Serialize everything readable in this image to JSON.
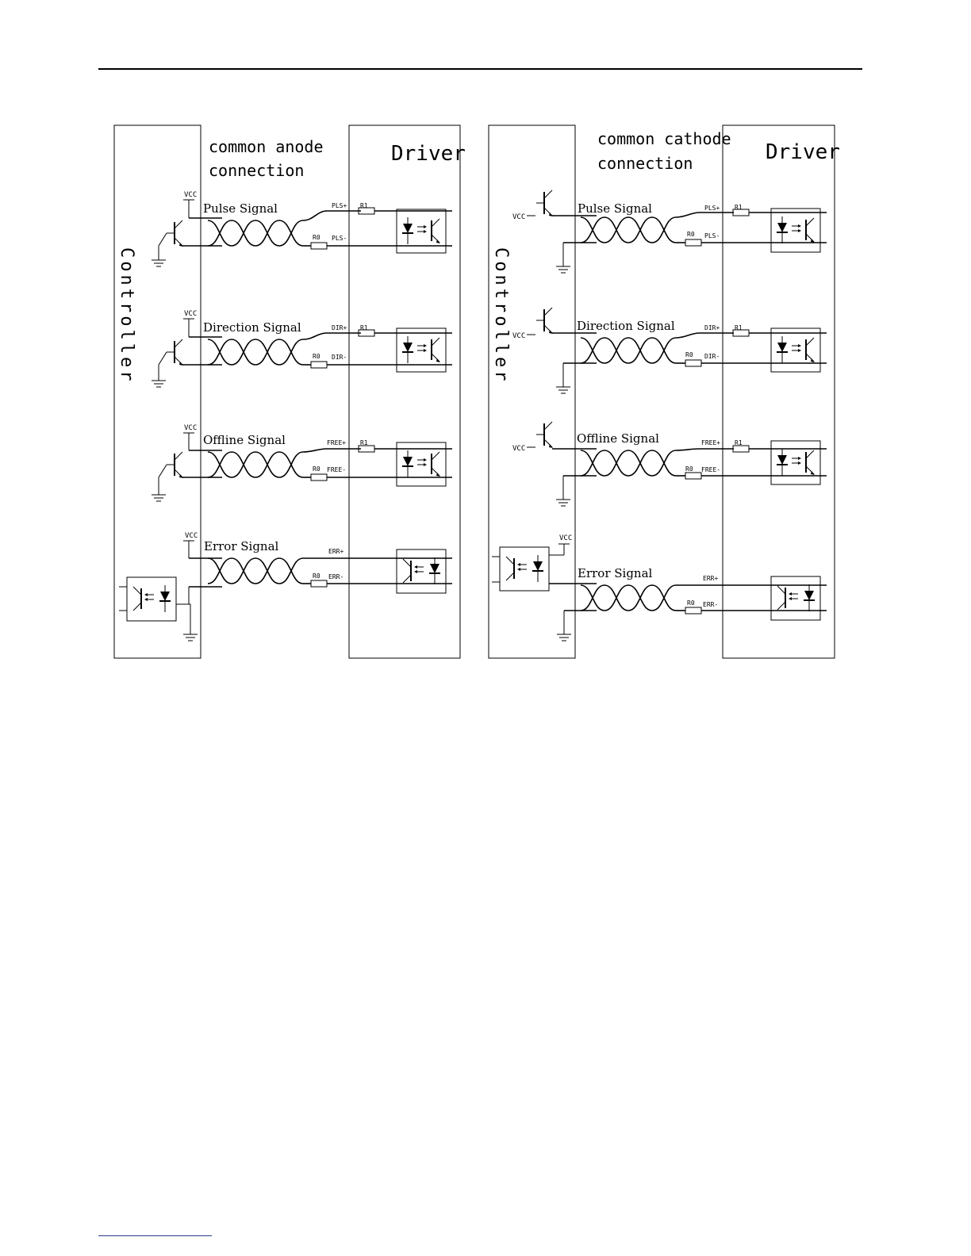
{
  "left": {
    "title_line1": "common anode",
    "title_line2": "connection",
    "controller_label": "Controller",
    "driver_label": "Driver",
    "rows": [
      {
        "signal": "Pulse Signal",
        "vcc": "VCC",
        "pin_plus": "PLS+",
        "pin_minus": "PLS-",
        "r1": "R1",
        "r0": "R0"
      },
      {
        "signal": "Direction Signal",
        "vcc": "VCC",
        "pin_plus": "DIR+",
        "pin_minus": "DIR-",
        "r1": "R1",
        "r0": "R0"
      },
      {
        "signal": "Offline Signal",
        "vcc": "VCC",
        "pin_plus": "FREE+",
        "pin_minus": "FREE-",
        "r1": "R1",
        "r0": "R0"
      },
      {
        "signal": "Error Signal",
        "vcc": "VCC",
        "pin_plus": "ERR+",
        "pin_minus": "ERR-",
        "r0": "R0"
      }
    ]
  },
  "right": {
    "title_line1": "common cathode",
    "title_line2": "connection",
    "controller_label": "Controller",
    "driver_label": "Driver",
    "rows": [
      {
        "signal": "Pulse Signal",
        "vcc": "VCC",
        "pin_plus": "PLS+",
        "pin_minus": "PLS-",
        "r1": "R1",
        "r0": "R0"
      },
      {
        "signal": "Direction Signal",
        "vcc": "VCC",
        "pin_plus": "DIR+",
        "pin_minus": "DIR-",
        "r1": "R1",
        "r0": "R0"
      },
      {
        "signal": "Offline Signal",
        "vcc": "VCC",
        "pin_plus": "FREE+",
        "pin_minus": "FREE-",
        "r1": "R1",
        "r0": "R0"
      },
      {
        "signal": "Error Signal",
        "vcc": "VCC",
        "pin_plus": "ERR+",
        "pin_minus": "ERR-",
        "r0": "R0"
      }
    ]
  }
}
